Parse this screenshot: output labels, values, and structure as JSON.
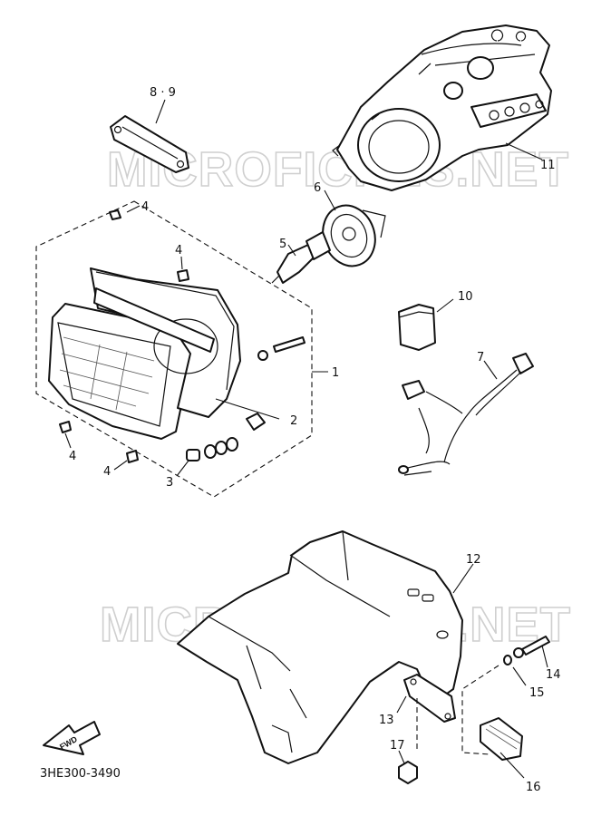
{
  "watermarks": [
    "MICROFICHES.NET",
    "MICROFICHES.NET"
  ],
  "callouts": {
    "c8_9": "8 · 9",
    "c11": "11",
    "c6": "6",
    "c5": "5",
    "c4a": "4",
    "c4b": "4",
    "c4c": "4",
    "c4d": "4",
    "c10": "10",
    "c7": "7",
    "c1": "1",
    "c2": "2",
    "c3": "3",
    "c12": "12",
    "c13": "13",
    "c14": "14",
    "c15": "15",
    "c16": "16",
    "c17": "17"
  },
  "direction_tag": "FWD",
  "drawing_number": "3HE300-3490"
}
